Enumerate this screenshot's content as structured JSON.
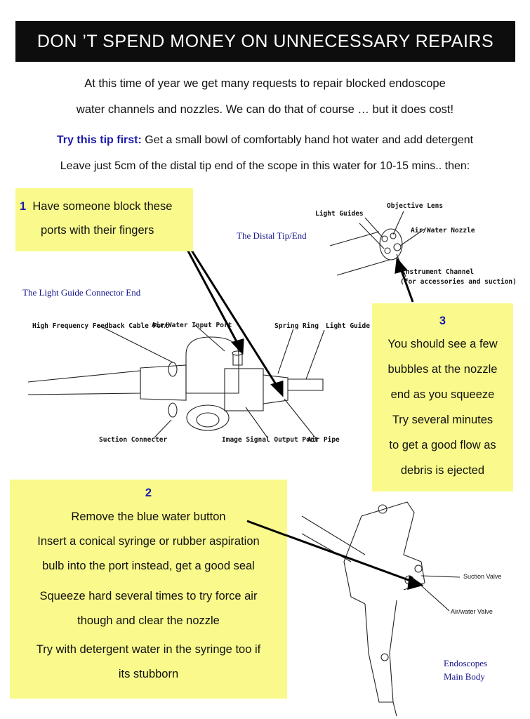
{
  "banner": {
    "title": "DON ’T  SPEND MONEY ON UNNECESSARY REPAIRS"
  },
  "intro": {
    "line1": "At this time of year we get many requests to repair blocked endoscope",
    "line2": "water channels and nozzles. We can do that of course … but it does cost!"
  },
  "tip": {
    "label": "Try this tip first:",
    "line1_rest": "Get a small bowl of comfortably hand hot water and add detergent",
    "line2": "Leave just 5cm of the distal tip end of the scope in this  water for 10-15 mins.. then:"
  },
  "step1": {
    "number": "1",
    "line1": "Have someone block these",
    "line2": "ports with their fingers"
  },
  "step2": {
    "number": "2",
    "lines": [
      "Remove the blue water button",
      "Insert a conical syringe or rubber aspiration",
      "bulb into the port instead, get a good seal",
      "Squeeze  hard several times to try force air",
      "though and clear the nozzle",
      "Try with detergent water in the syringe too if",
      "its stubborn"
    ]
  },
  "step3": {
    "number": "3",
    "lines": [
      "You should see a few",
      "bubbles at the nozzle",
      "end as you squeeze",
      "Try several minutes",
      "to get a good flow as",
      "debris is ejected"
    ]
  },
  "captions": {
    "distal_tip": "The Distal Tip/End",
    "light_guide_end": "The Light Guide Connector End",
    "main_body_1": "Endoscopes",
    "main_body_2": "Main Body"
  },
  "labels": {
    "light_guides": "Light Guides",
    "objective_lens": "Objective Lens",
    "air_water_nozzle": "Air/Water Nozzle",
    "instrument_channel": "Instrument Channel",
    "instrument_channel_sub": "(for accessories and suction)",
    "hf_feedback": "High Frequency Feedback Cable Port",
    "air_water_input": "Air/Water Input Port",
    "spring_ring": "Spring Ring",
    "light_guide": "Light Guide",
    "suction_connector": "Suction Connecter",
    "image_signal": "Image Signal Output Port",
    "air_pipe": "Air Pipe",
    "suction_valve": "Suction Valve",
    "air_water_valve": "Air/water Valve"
  },
  "colors": {
    "note_yellow": "#fafa8c",
    "accent_blue": "#1a1aa8",
    "banner_bg": "#0d0d0d"
  }
}
